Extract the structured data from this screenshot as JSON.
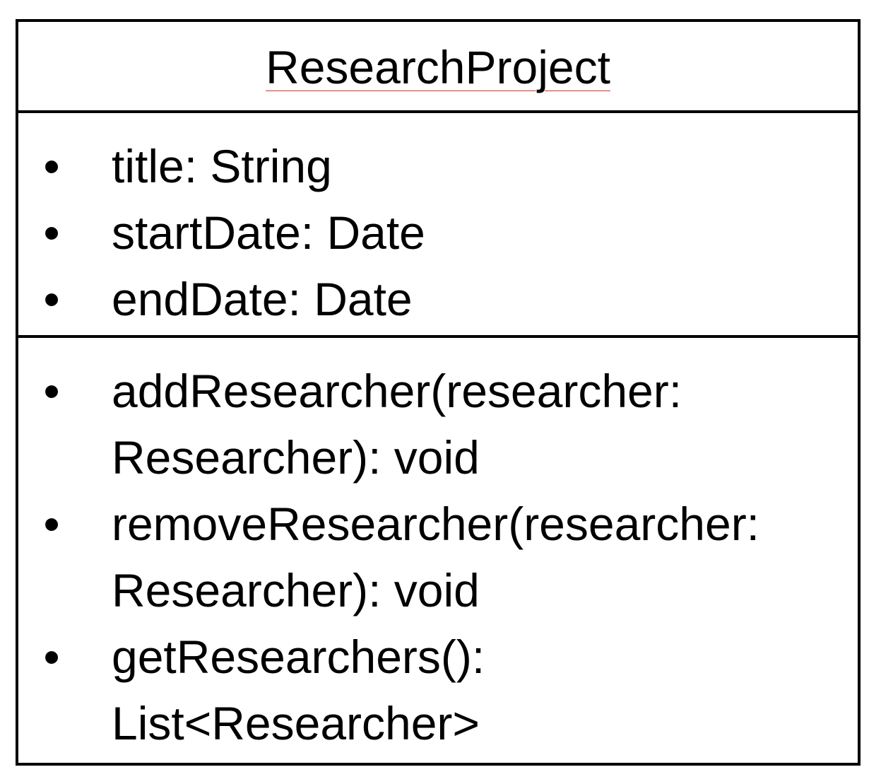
{
  "class_name": "ResearchProject",
  "attributes": [
    "title: String",
    "startDate: Date",
    "endDate: Date"
  ],
  "operations": [
    "addResearcher(researcher: Researcher): void",
    "removeResearcher(researcher: Researcher): void",
    "getResearchers(): List<Researcher>"
  ],
  "bullet_symbol": "•",
  "colors": {
    "border": "#000000",
    "text": "#000000",
    "spellcheck_underline": "#d93025",
    "background": "#ffffff"
  }
}
